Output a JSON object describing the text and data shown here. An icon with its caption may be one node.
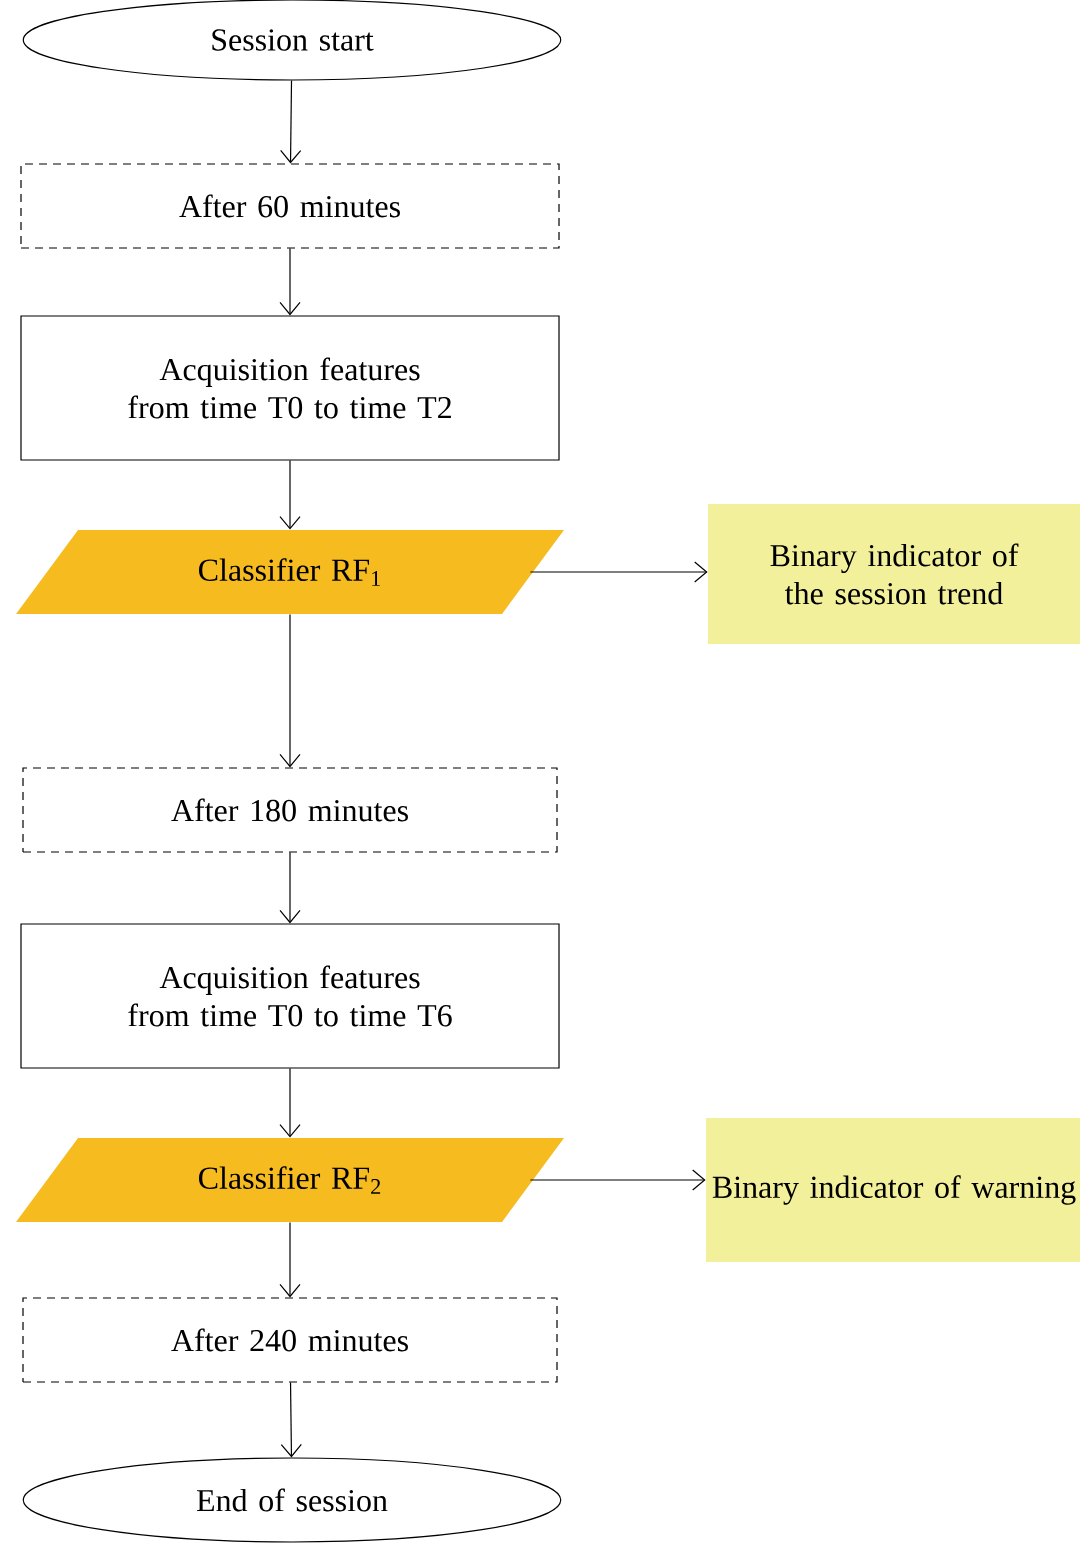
{
  "diagram": {
    "nodes": [
      {
        "text": [
          "Session start"
        ]
      },
      {
        "text": [
          "After 60 minutes"
        ]
      },
      {
        "text": [
          "Acquisition features from time T0 to time T2"
        ]
      },
      {
        "text": [
          "Classifier RF$_{1}$"
        ]
      },
      {
        "text": [
          "Binary indicator of the session trend"
        ]
      },
      {
        "text": [
          "After 180 minutes"
        ]
      },
      {
        "text": [
          "Acquisition features from time T0 to time T6"
        ]
      },
      {
        "text": [
          "Classifier RF$_{2}$"
        ]
      },
      {
        "text": [
          "Binary indicator of warning"
        ]
      },
      {
        "text": [
          "After 240 minutes"
        ]
      },
      {
        "text": [
          "End of session"
        ]
      }
    ],
    "edges": [
      {
        "from": 0,
        "to": 1,
        "arrow": "to"
      },
      {
        "from": 1,
        "to": 2,
        "arrow": "to"
      },
      {
        "from": 2,
        "to": 3,
        "arrow": "to"
      },
      {
        "from": 3,
        "to": 4,
        "arrow": "to"
      },
      {
        "from": 3,
        "to": 5,
        "arrow": "to"
      },
      {
        "from": 5,
        "to": 6,
        "arrow": "to"
      },
      {
        "from": 6,
        "to": 7,
        "arrow": "to"
      },
      {
        "from": 7,
        "to": 8,
        "arrow": "to"
      },
      {
        "from": 7,
        "to": 9,
        "arrow": "to"
      },
      {
        "from": 9,
        "to": 10,
        "arrow": "to"
      }
    ]
  }
}
